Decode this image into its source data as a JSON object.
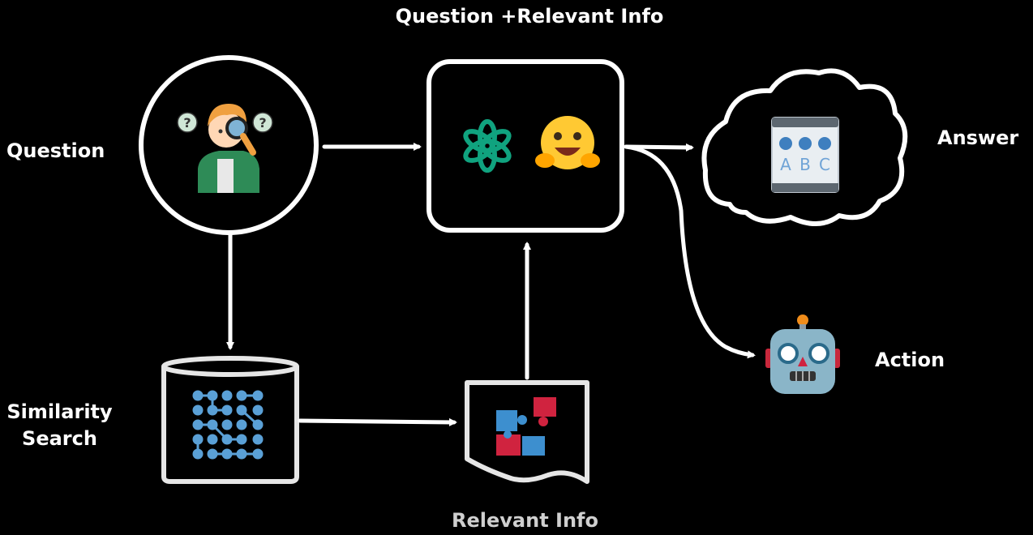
{
  "labels": {
    "top": "Question +Relevant Info",
    "question": "Question",
    "similarity_line1": "Similarity",
    "similarity_line2": "Search",
    "relevant_info": "Relevant Info",
    "answer": "Answer",
    "action": "Action"
  },
  "quiz_letters": [
    "A",
    "B",
    "C"
  ],
  "colors": {
    "background": "#000000",
    "stroke": "#ffffff",
    "openai_green": "#10a37f",
    "hug_yellow": "#ffc933",
    "db_dots": "#5aa0d6",
    "puzzle_blue": "#3d8fcf",
    "puzzle_red": "#d0233f",
    "robot_body": "#8ab5c8"
  },
  "icons": [
    "person-magnifier-icon",
    "openai-logo-icon",
    "hugging-face-icon",
    "quiz-abc-icon",
    "robot-icon",
    "neural-grid-icon",
    "puzzle-icon"
  ]
}
